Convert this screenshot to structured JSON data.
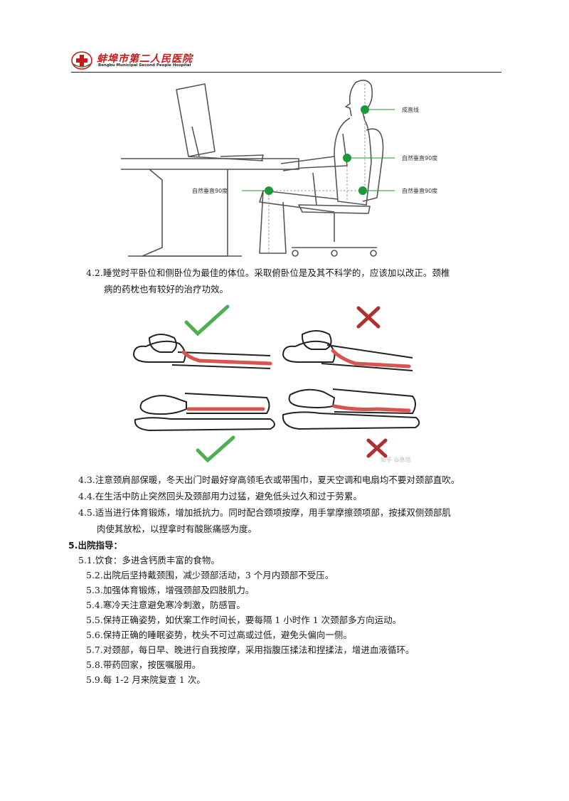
{
  "header": {
    "hospital_cn": "蚌埠市第二人民医院",
    "hospital_en": "Bengbu Municipal Second People Hospital"
  },
  "figure1": {
    "labels": {
      "straight_line": "成直线",
      "natural_90_arm": "自然垂直90度",
      "natural_90_knee": "自然垂直90度",
      "natural_90_hip": "自然垂直90度"
    }
  },
  "figure2": {
    "watermark": "知乎 @息倍"
  },
  "lines": {
    "l4_2a": "4.2.睡觉时平卧位和侧卧位为最佳的体位。采取俯卧位是及其不科学的，应该加以改正。颈椎",
    "l4_2b": "病的药枕也有较好的治疗功效。",
    "l4_3": "4.3.注意颈肩部保暖，冬天出门时最好穿高领毛衣或带围巾，夏天空调和电扇均不要对颈部直吹。",
    "l4_4": "4.4.在生活中防止突然回头及颈部用力过猛，避免低头过久和过于劳累。",
    "l4_5a": "4.5.适当进行体育锻炼，增加抵抗力。同时配合颈项按摩，用手掌摩擦颈项部，按揉双侧颈部肌",
    "l4_5b": "肉使其放松，以捏拿时有酸胀痛感为度。",
    "h5": "5.出院指导：",
    "l5_1": "5.1.饮食：多进含钙质丰富的食物。",
    "l5_2": "5.2.出院后坚持戴颈围，减少颈部活动，3 个月内颈部不受压。",
    "l5_3": "5.3.加强体育锻炼，增强颈部及四肢肌力。",
    "l5_4": "5.4.寒冷天注意避免寒冷刺激，防感冒。",
    "l5_5": "5.5.保持正确姿势，如伏案工作时间长，要每隔 1 小时作 1 次颈部多方向运动。",
    "l5_6": "5.6.保持正确的睡眠姿势，枕头不可过高或过低，避免头偏向一侧。",
    "l5_7": "5.7.对颈部，每日早、晚进行自我按摩，采用指腹压揉法和捏揉法，增进血液循环。",
    "l5_8": "5.8.带药回家，按医嘱服用。",
    "l5_9": "5.9.每 1-2 月来院复查 1 次。"
  },
  "colors": {
    "brand_red": "#c41a1a",
    "marker_green": "#1a9a3a",
    "spine_red": "#d9534f",
    "check_green": "#4caf50",
    "cross_red": "#b03030"
  }
}
